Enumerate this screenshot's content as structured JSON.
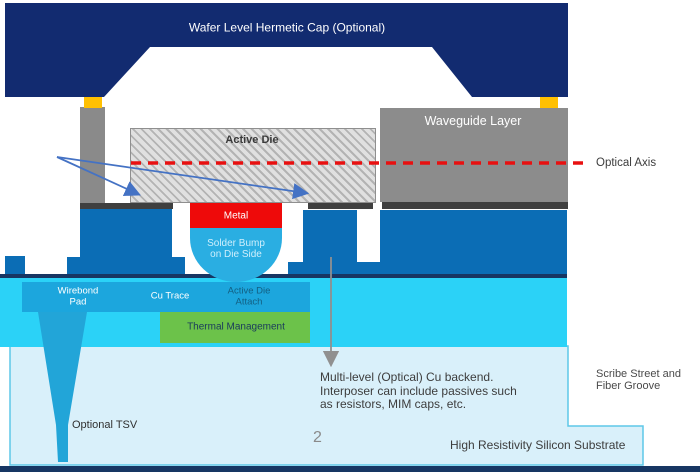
{
  "diagram": {
    "cap_label": "Wafer Level Hermetic Cap (Optional)",
    "waveguide_label": "Waveguide Layer",
    "active_die_label": "Active Die",
    "optical_axis_label": "Optical Axis",
    "metal_label": "Metal",
    "solder_bump_label": "Solder Bump\non Die Side",
    "wirebond_pad_label": "Wirebond\nPad",
    "cu_trace_label": "Cu Trace",
    "active_die_attach_label": "Active Die\nAttach",
    "thermal_management_label": "Thermal Management",
    "optional_tsv_label": "Optional TSV",
    "interposer_note": "Multi-level (Optical) Cu backend.\nInterposer can include passives such\nas resistors, MIM caps, etc.",
    "scribe_street_label": "Scribe Street and\nFiber Groove",
    "substrate_label": "High Resistivity Silicon Substrate",
    "page_number": "2"
  },
  "colors": {
    "navy": "#122b70",
    "yellow": "#ffc002",
    "gray": "#8a8a8a",
    "dark_strip": "#3f3f3f",
    "hatch_bg": "#e0e0e0",
    "hatch_line": "#b3b3b3",
    "hatch_border": "#8f8f8f",
    "red": "#ee0a0a",
    "bump_blue": "#2aaee2",
    "mid_blue": "#0b6db5",
    "navy_line": "#173663",
    "cyan": "#2bd2f7",
    "label_box_blue": "#1ca6dd",
    "green": "#6cc24a",
    "funnel_blue": "#22a5d8",
    "substrate_fill": "#d9f0fa",
    "substrate_border": "#5ec7e8",
    "optical_red": "#e81010",
    "arrow_blue": "#4472c4",
    "arrow_gray": "#909090",
    "text_white": "#ffffff",
    "text_dark": "#3d3d3d",
    "bump_text": "#cfeffc",
    "die_attach_text": "#135f82",
    "thermal_text": "#1a3a5c",
    "page_gray": "#8a8a8a"
  }
}
